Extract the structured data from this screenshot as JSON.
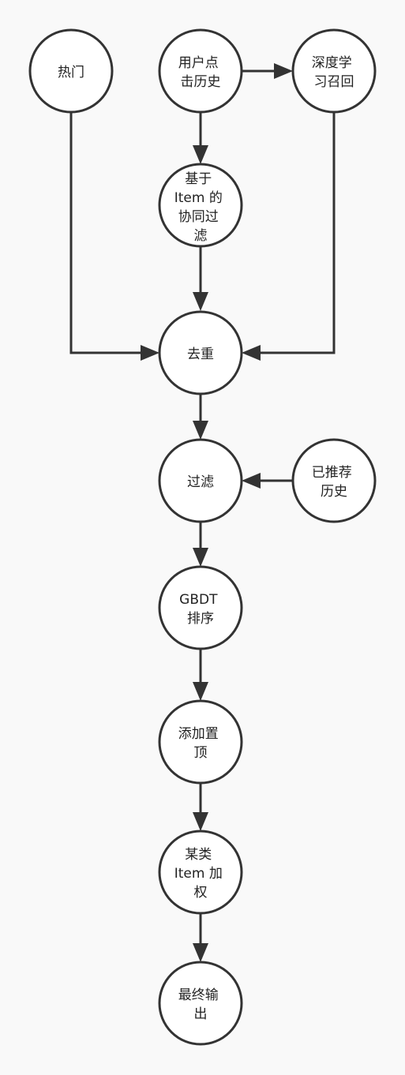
{
  "nodes": {
    "hot": {
      "lines": [
        "热门"
      ]
    },
    "user_history": {
      "lines": [
        "用户点",
        "击历史"
      ]
    },
    "deep_recall": {
      "lines": [
        "深度学",
        "习召回"
      ]
    },
    "item_cf": {
      "lines": [
        "基于",
        "Item 的",
        "协同过",
        "滤"
      ]
    },
    "dedup": {
      "lines": [
        "去重"
      ]
    },
    "filter": {
      "lines": [
        "过滤"
      ]
    },
    "recommended_history": {
      "lines": [
        "已推荐",
        "历史"
      ]
    },
    "gbdt_rank": {
      "lines": [
        "GBDT",
        "排序"
      ]
    },
    "pin_top": {
      "lines": [
        "添加置",
        "顶"
      ]
    },
    "item_weight": {
      "lines": [
        "某类",
        "Item 加",
        "权"
      ]
    },
    "final_output": {
      "lines": [
        "最终输",
        "出"
      ]
    }
  },
  "edges": [
    {
      "from": "user_history",
      "to": "deep_recall"
    },
    {
      "from": "user_history",
      "to": "item_cf"
    },
    {
      "from": "item_cf",
      "to": "dedup"
    },
    {
      "from": "hot",
      "to": "dedup"
    },
    {
      "from": "deep_recall",
      "to": "dedup"
    },
    {
      "from": "dedup",
      "to": "filter"
    },
    {
      "from": "recommended_history",
      "to": "filter"
    },
    {
      "from": "filter",
      "to": "gbdt_rank"
    },
    {
      "from": "gbdt_rank",
      "to": "pin_top"
    },
    {
      "from": "pin_top",
      "to": "item_weight"
    },
    {
      "from": "item_weight",
      "to": "final_output"
    }
  ],
  "colors": {
    "background": "#f9f9f9",
    "stroke": "#333333",
    "node_fill": "#ffffff",
    "text": "#222222"
  }
}
